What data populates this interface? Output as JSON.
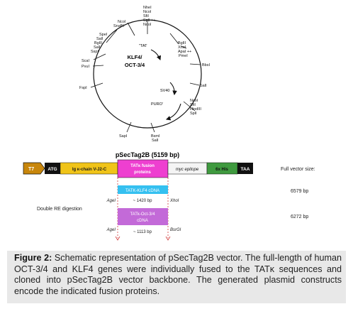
{
  "plasmid": {
    "name": "pSecTag2B (5159 bp)",
    "insert_label_line1": "KLF4/",
    "insert_label_line2": "OCT-3/4",
    "tat_label": "\"TAT",
    "sv40_label": "SV40",
    "puro_label": "PURO'",
    "sites": {
      "top": [
        "NheI",
        "NcoI",
        "SfiI",
        "SplI ++",
        "NcoI"
      ],
      "ncoi_snabi": [
        "NcoI",
        "SnaBI"
      ],
      "left_upper": [
        "SpeI",
        "SalI",
        "BglII",
        "SalI",
        "SspI"
      ],
      "left_mid": [
        "ScaI",
        "PvuI"
      ],
      "fspi": "FspI",
      "right_upper": [
        "BglII",
        "XhoI",
        "ApaI ++",
        "PmeI"
      ],
      "bbsi": "BbsI",
      "sali_right": "SalI",
      "right_lower": [
        "NcoI",
        "SfiI",
        "HindIII",
        "SplI"
      ],
      "bottom_left": "SapI",
      "bottom_right": [
        "BsmI",
        "SalI"
      ]
    }
  },
  "construct": {
    "segments": {
      "t7": "T7",
      "atg": "ATG",
      "igk": "Ig κ-chain V-J2-C",
      "tat_line1": "TATκ fusion",
      "tat_line2": "proteins",
      "myc": "myc epitope",
      "his": "6x His",
      "taa": "TAA"
    },
    "full_vector_size_label": "Full vector size:",
    "klf4": {
      "label": "TATK-KLF4 cDNA",
      "bp": "~ 1420 bp",
      "left_site": "AgeI",
      "right_site": "XhoI",
      "size": "6579 bp"
    },
    "oct": {
      "label_line1": "TATk-Oct-3/4",
      "label_line2": "cDNA",
      "bp": "~ 1113 bp",
      "left_site": "AgeI",
      "right_site": "BsrGI",
      "size": "6272 bp"
    },
    "double_re_digestion": "Double RE digestion"
  },
  "caption": {
    "figure_label": "Figure 2:",
    "text": " Schematic representation of pSecTag2B vector. The full-length of human OCT-3/4 and KLF4 genes were individually fused to the TATκ sequences and cloned into pSecTag2B vector backbone. The generated plasmid constructs encode the indicated fusion proteins."
  },
  "colors": {
    "t7": "#c8860b",
    "black_segment": "#111111",
    "igk": "#f0c419",
    "tat": "#ee3fd0",
    "myc": "#f4f4f4",
    "his": "#3f9a3f",
    "klf4_bar": "#35c0f0",
    "oct_bar": "#c36ad8",
    "dash": "#d23a3a",
    "caption_bg": "#e8e8e8"
  }
}
